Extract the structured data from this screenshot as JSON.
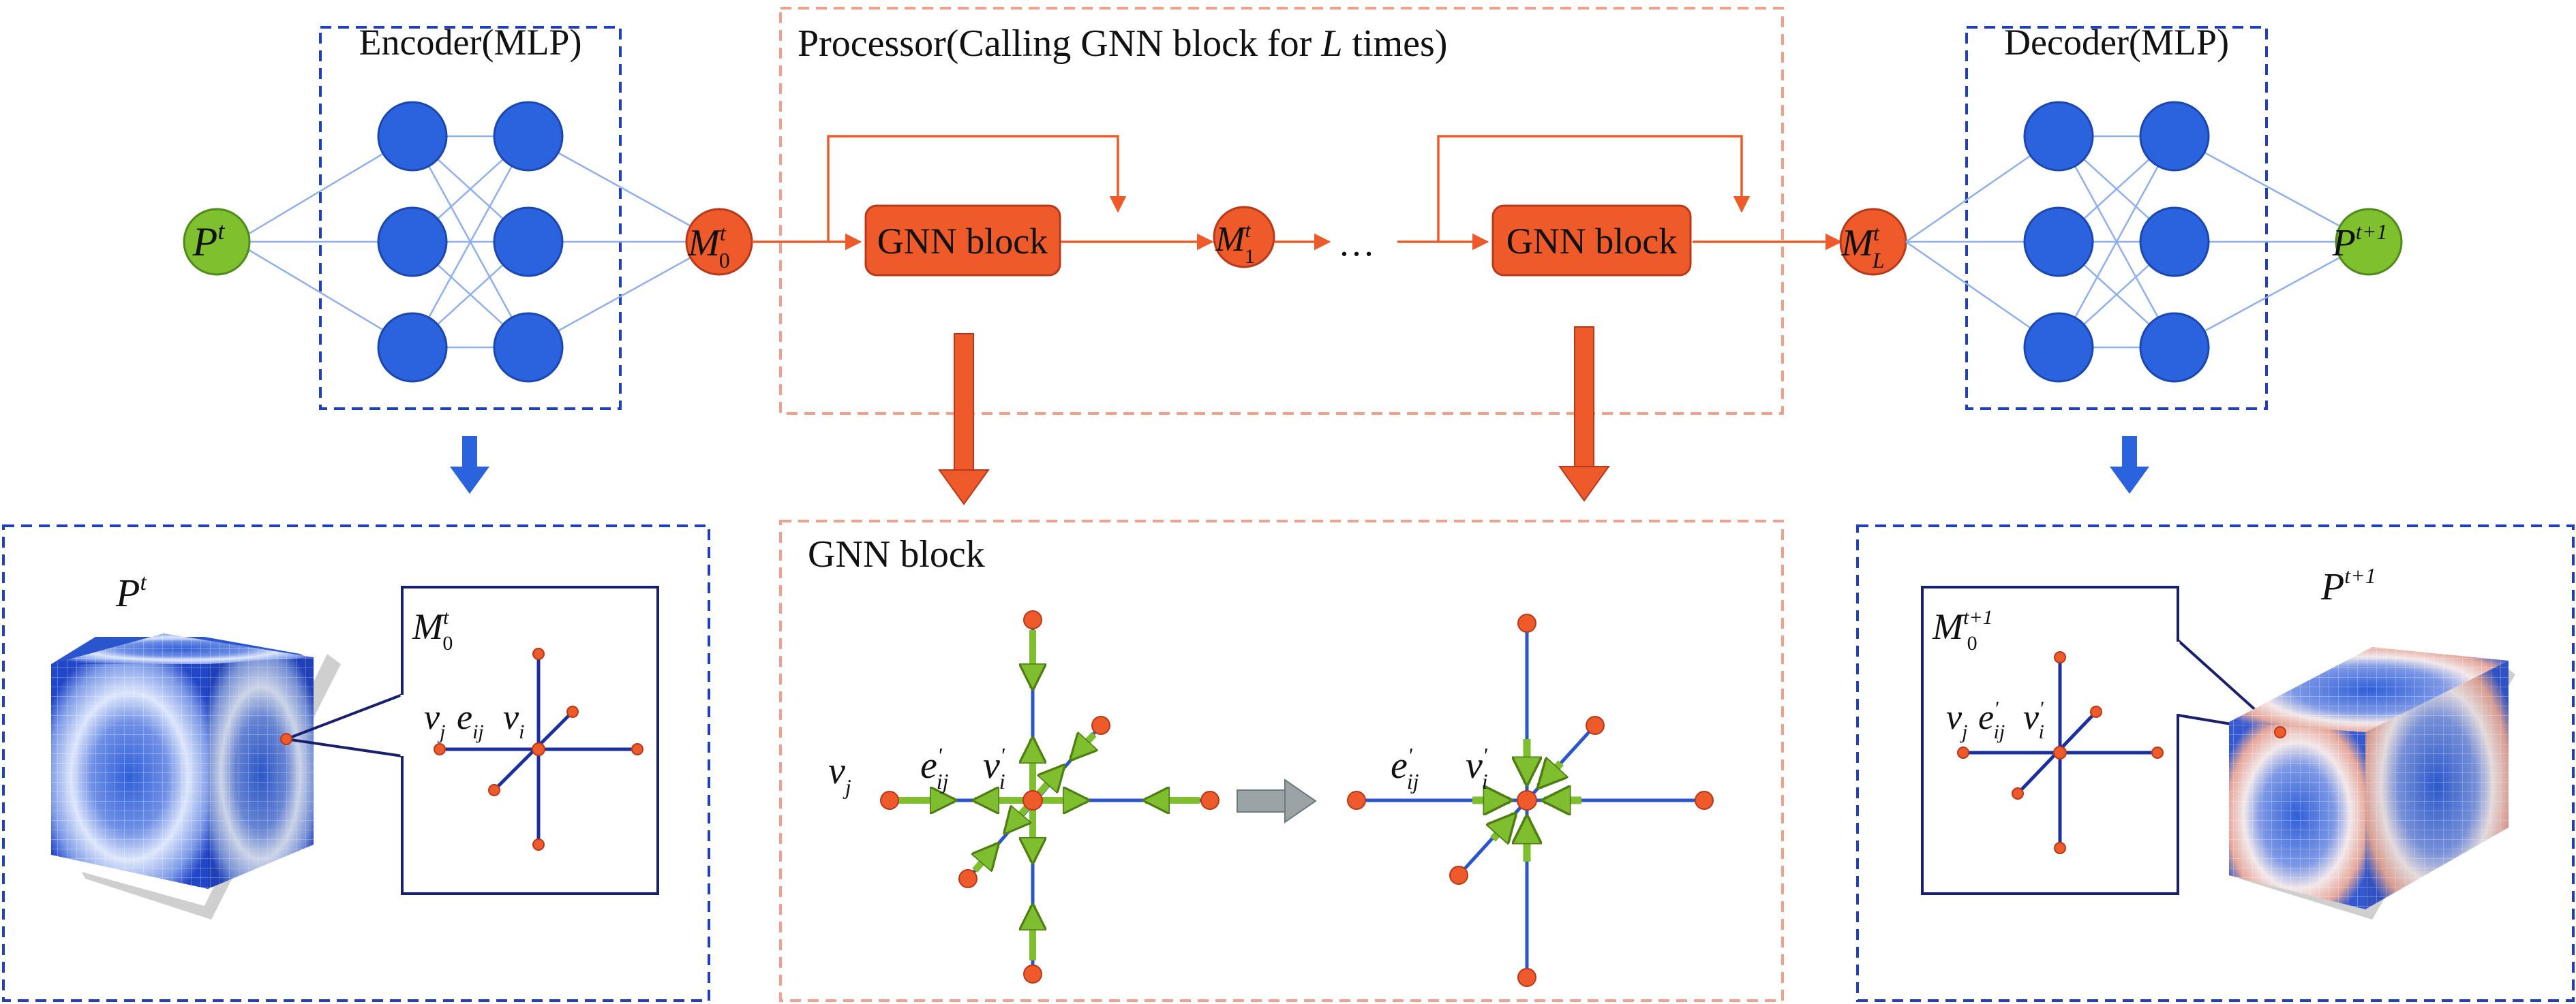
{
  "encoder": {
    "title": "Encoder(MLP)"
  },
  "processor": {
    "title_prefix": "Processor(Calling GNN block for ",
    "title_var": "L",
    "title_suffix": " times)"
  },
  "decoder": {
    "title": "Decoder(MLP)"
  },
  "nodes": {
    "p_t": {
      "base": "P",
      "sup": "t"
    },
    "m0": {
      "base": "M",
      "sup": "t",
      "sub": "0"
    },
    "m1": {
      "base": "M",
      "sup": "t",
      "sub": "1"
    },
    "ml": {
      "base": "M",
      "sup": "t",
      "sub": "L"
    },
    "p_t1": {
      "base": "P",
      "sup": "t+1"
    },
    "ellipsis": "…"
  },
  "gnn_block_label": "GNN block",
  "gnn_panel": {
    "title": "GNN block",
    "vj": {
      "base": "v",
      "sub": "j"
    },
    "eij_prime": {
      "base": "e",
      "sup": "'",
      "sub": "ij"
    },
    "vi_prime": {
      "base": "v",
      "sup": "'",
      "sub": "i"
    }
  },
  "left_panel": {
    "cube_label": {
      "base": "P",
      "sup": "t"
    },
    "callout_label": {
      "base": "M",
      "sup": "t",
      "sub": "0"
    },
    "vj": {
      "base": "v",
      "sub": "j"
    },
    "eij": {
      "base": "e",
      "sub": "ij"
    },
    "vi": {
      "base": "v",
      "sub": "i"
    }
  },
  "right_panel": {
    "cube_label": {
      "base": "P",
      "sup": "t+1"
    },
    "callout_label": {
      "base": "M",
      "sup": "t+1",
      "sub": "0"
    },
    "vj": {
      "base": "v",
      "sub": "j"
    },
    "eij_prime": {
      "base": "e",
      "sup": "'",
      "sub": "ij"
    },
    "vi_prime": {
      "base": "v",
      "sup": "'",
      "sub": "i"
    }
  },
  "colors": {
    "mlp_blue": "#2a63dd",
    "mlp_line": "#8fb0ee",
    "dashed_blue": "#1f3fbf",
    "orange": "#ef5a2a",
    "dashed_orange": "#f2a08a",
    "green": "#7fbf2f",
    "gnn_blue": "#2a55cc",
    "navy": "#18206e"
  }
}
